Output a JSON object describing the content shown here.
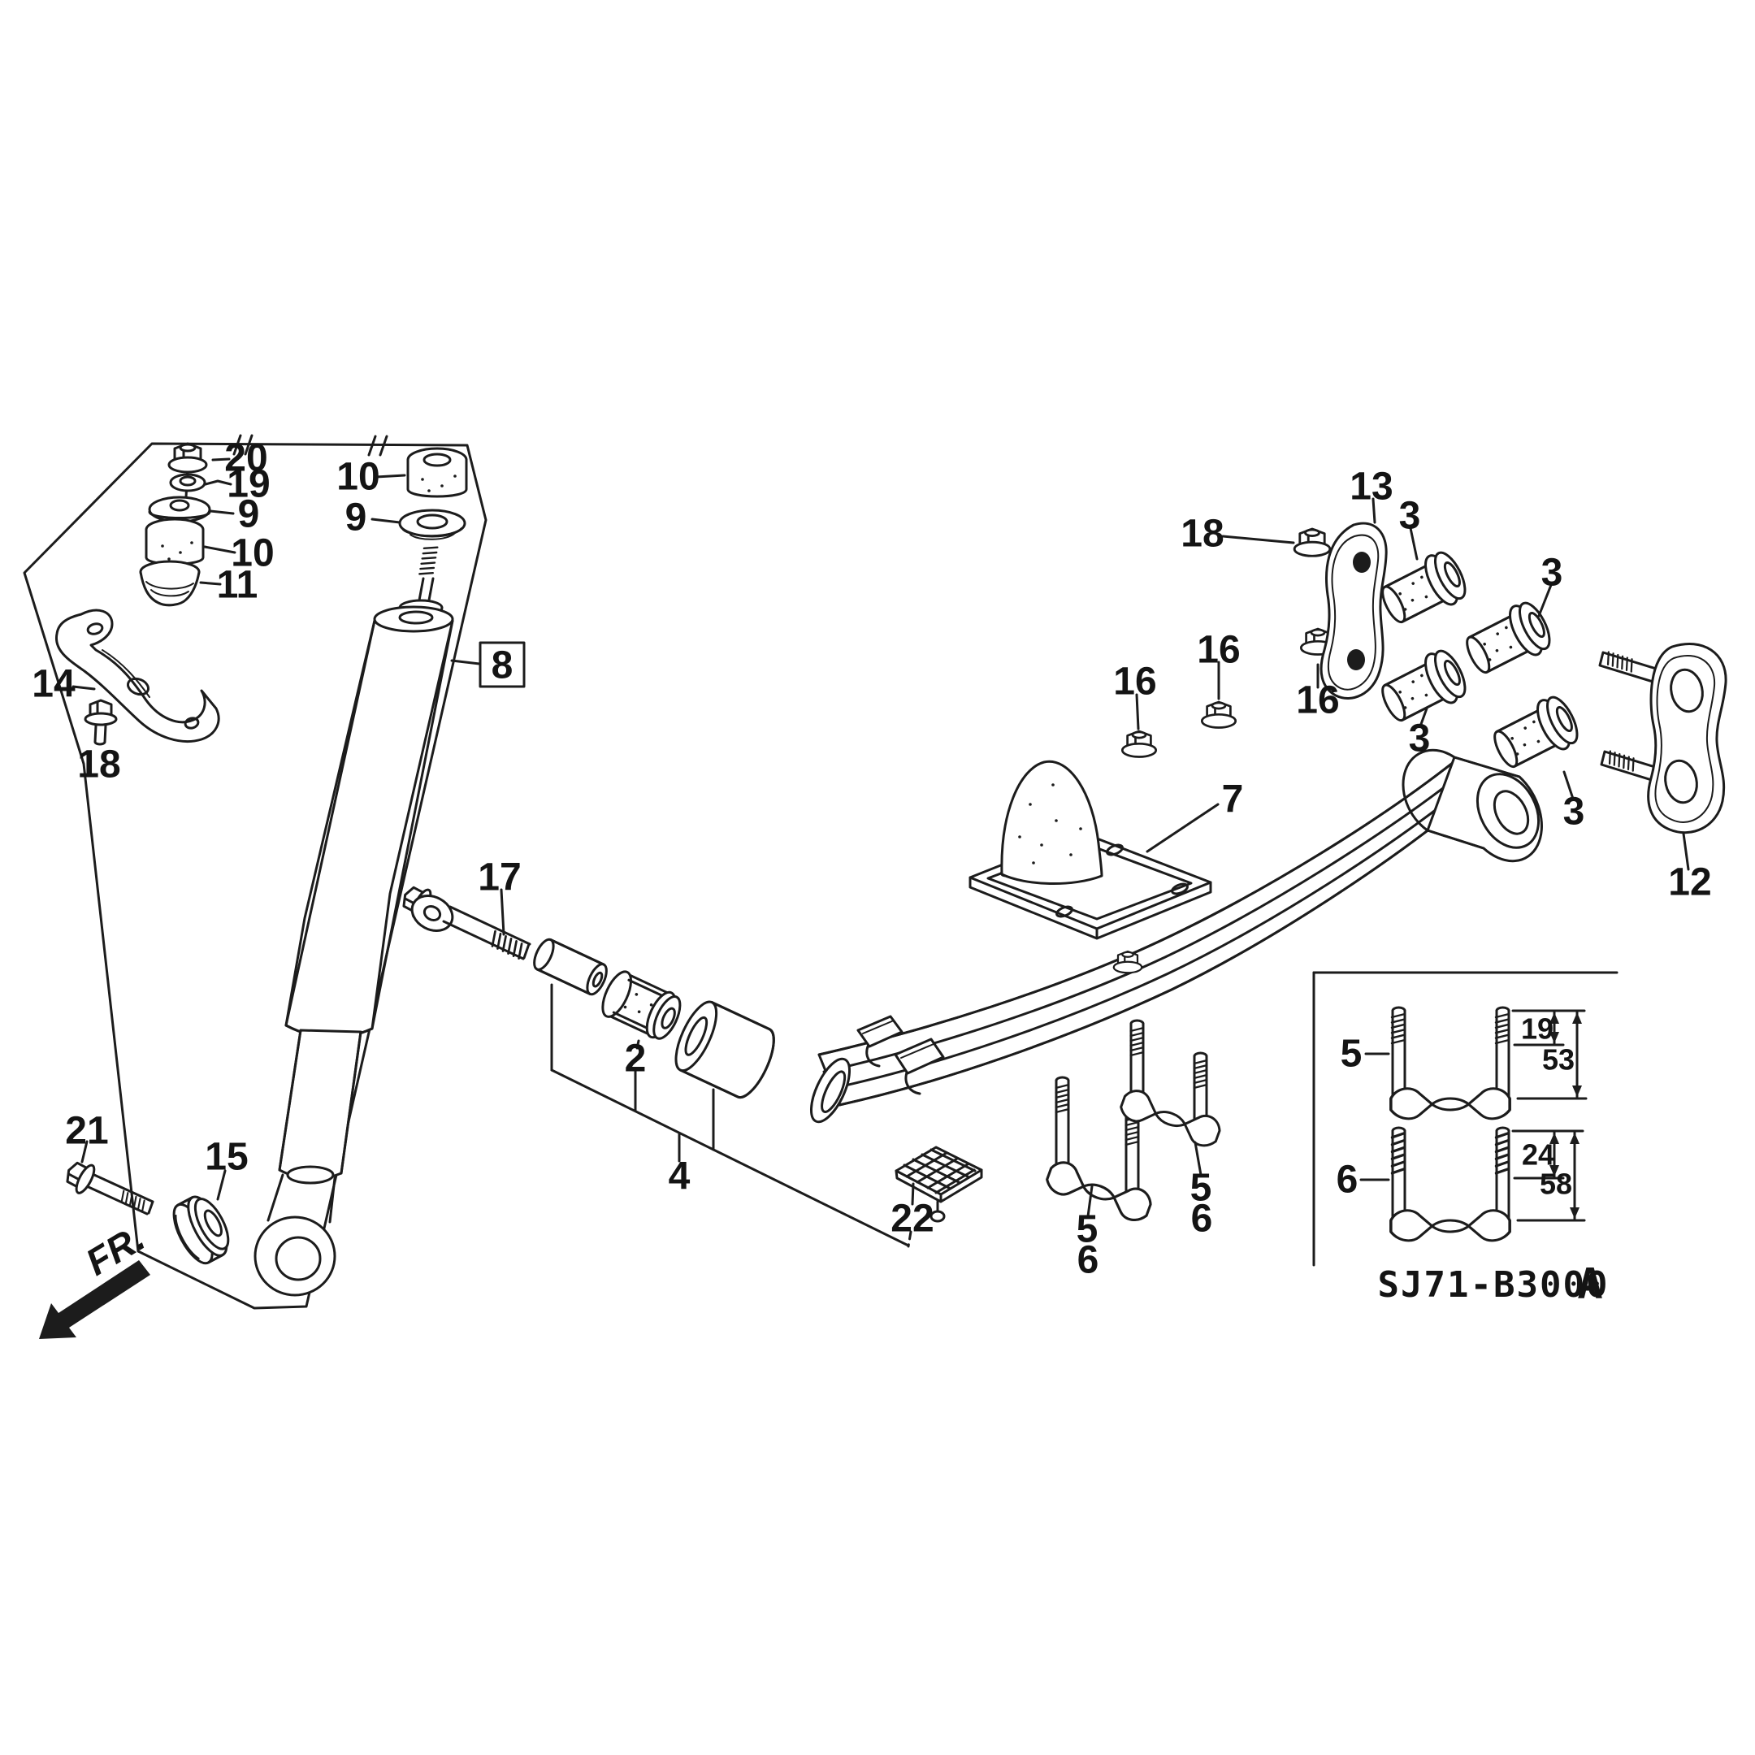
{
  "diagram": {
    "type": "exploded-parts-diagram",
    "subject": "rear leaf spring and shock absorber suspension",
    "code": "SJ71-B3000",
    "code_suffix": "A",
    "fr_label": "FR.",
    "highlighted_part": "8",
    "highlight_color": "#79e24c",
    "line_color": "#1c1c1c",
    "bg_color": "#ffffff"
  },
  "callouts": {
    "c2": "2",
    "c3a": "3",
    "c3b": "3",
    "c3c": "3",
    "c3d": "3",
    "c4": "4",
    "c5a": "5",
    "c5b": "5",
    "c6a": "6",
    "c6b": "6",
    "c7": "7",
    "c8": "8",
    "c9a": "9",
    "c9b": "9",
    "c10a": "10",
    "c10b": "10",
    "c11": "11",
    "c12": "12",
    "c13": "13",
    "c14": "14",
    "c15": "15",
    "c16a": "16",
    "c16b": "16",
    "c16c": "16",
    "c17": "17",
    "c18a": "18",
    "c18b": "18",
    "c19": "19",
    "c20": "20",
    "c21": "21",
    "c22": "22"
  },
  "inset": {
    "c5": "5",
    "c6": "6",
    "dim_19": "19",
    "dim_53": "53",
    "dim_24": "24",
    "dim_58": "58"
  }
}
